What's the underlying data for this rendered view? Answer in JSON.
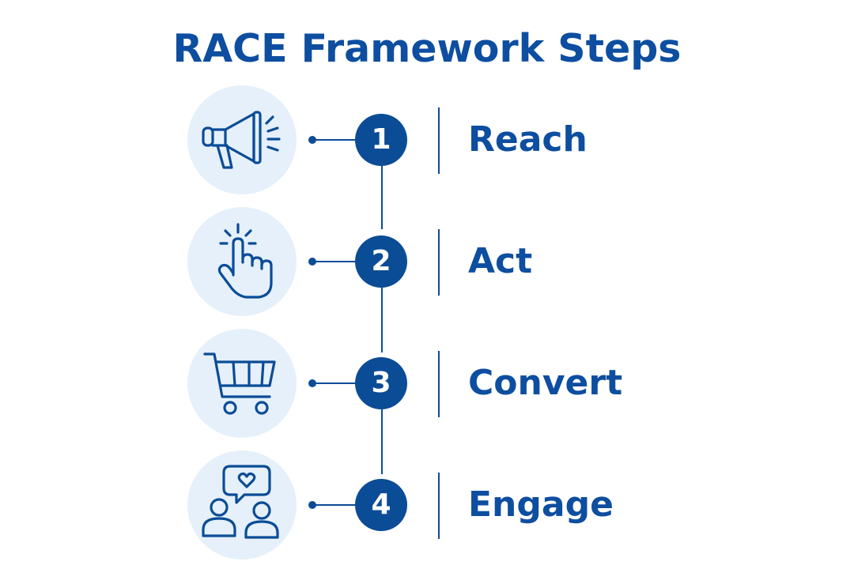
{
  "title": "RACE Framework Steps",
  "colors": {
    "primary": "#0b4c96",
    "icon_bg": "#e5f0fa",
    "background": "#ffffff"
  },
  "steps": [
    {
      "number": "1",
      "label": "Reach",
      "icon": "megaphone-icon"
    },
    {
      "number": "2",
      "label": "Act",
      "icon": "pointing-hand-icon"
    },
    {
      "number": "3",
      "label": "Convert",
      "icon": "shopping-cart-icon"
    },
    {
      "number": "4",
      "label": "Engage",
      "icon": "people-chat-heart-icon"
    }
  ]
}
